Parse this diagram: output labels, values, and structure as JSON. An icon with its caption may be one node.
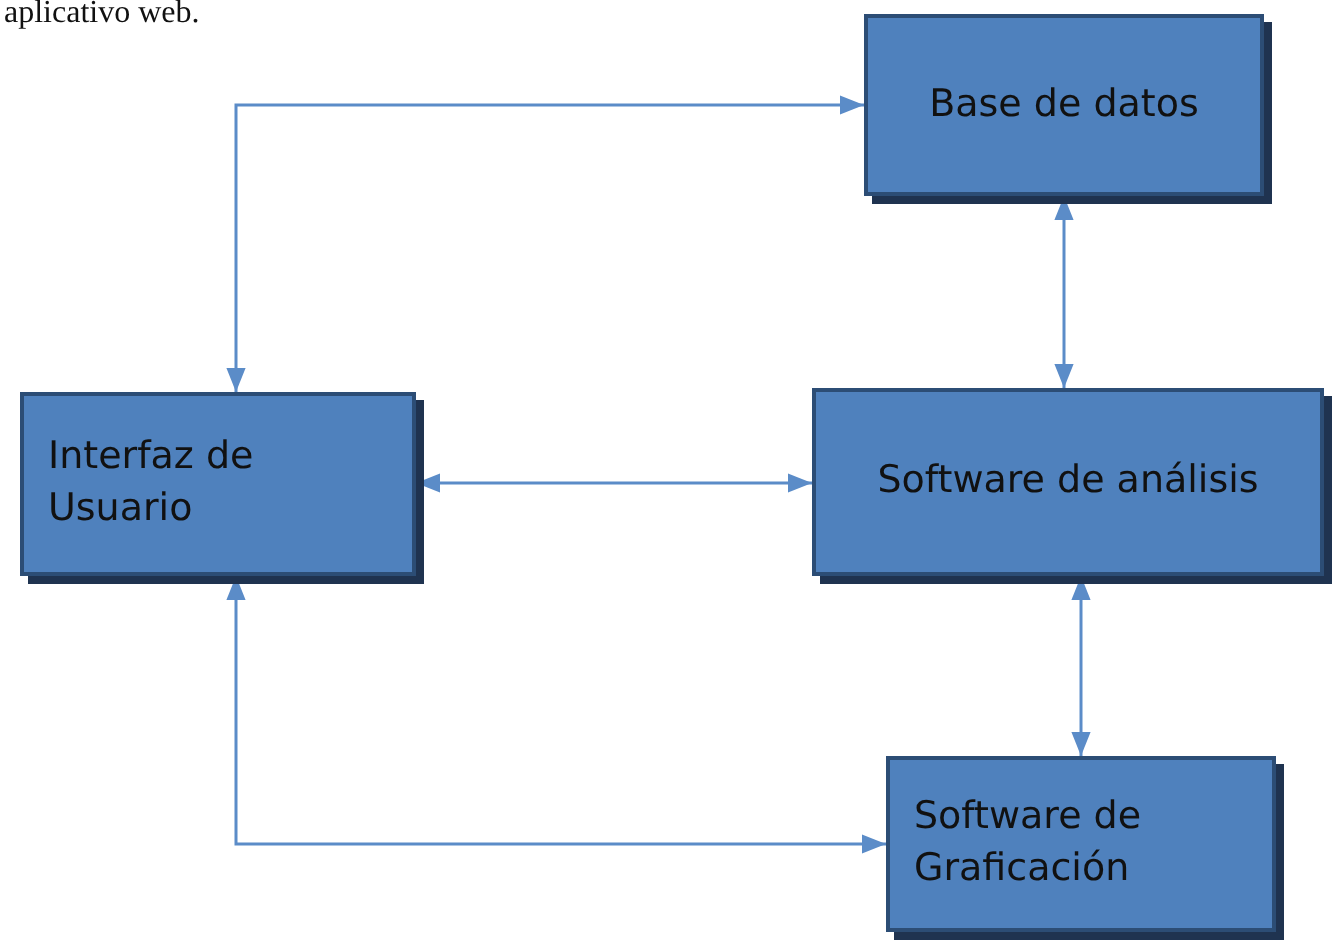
{
  "diagram": {
    "nodes": [
      {
        "text": [
          "Base de datos"
        ]
      },
      {
        "text": [
          "Interfaz de Usuario"
        ]
      },
      {
        "text": [
          "Software de análisis"
        ]
      },
      {
        "text": [
          "Software de Graficación"
        ]
      }
    ],
    "edges": [
      {
        "from": 1,
        "to": 0,
        "arrow": "both"
      },
      {
        "from": 1,
        "to": 2,
        "arrow": "both"
      },
      {
        "from": 0,
        "to": 2,
        "arrow": "both"
      },
      {
        "from": 2,
        "to": 3,
        "arrow": "both"
      },
      {
        "from": 1,
        "to": 3,
        "arrow": "both"
      }
    ],
    "labels": [
      "aplicativo web."
    ]
  }
}
